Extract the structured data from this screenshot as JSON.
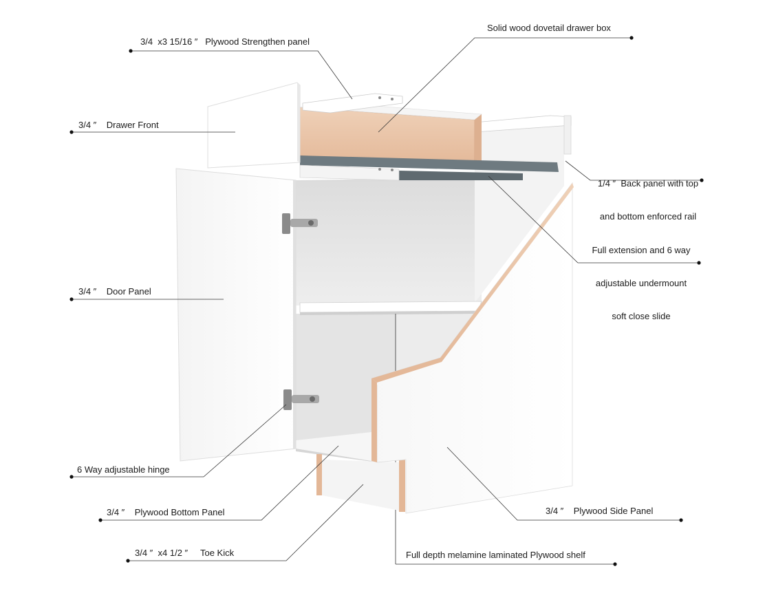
{
  "labels": {
    "strengthen_panel": "3/4  x3 15/16 ″   Plywood Strengthen panel",
    "drawer_box": "Solid wood dovetail drawer box",
    "drawer_front": "3/4 ″    Drawer Front",
    "back_panel_line1": "1/4 ″  Back panel with top",
    "back_panel_line2": "and bottom enforced rail",
    "slide_line1": "Full extension and 6 way",
    "slide_line2": "adjustable undermount",
    "slide_line3": "soft close slide",
    "door_panel": "3/4 ″    Door Panel",
    "hinge": "6 Way adjustable hinge",
    "bottom_panel": "3/4 ″    Plywood Bottom Panel",
    "side_panel": "3/4 ″    Plywood Side Panel",
    "toe_kick": "3/4 ″  x4 1/2 ″     Toe Kick",
    "shelf": "Full depth melamine laminated Plywood shelf"
  },
  "colors": {
    "panel_white": "#ffffff",
    "panel_shade": "#f2f2f2",
    "interior": "#e6e6e6",
    "interior_dark": "#d9d9d9",
    "wood": "#e8c4a8",
    "wood_edge": "#d9a888",
    "leader": "#333333"
  }
}
